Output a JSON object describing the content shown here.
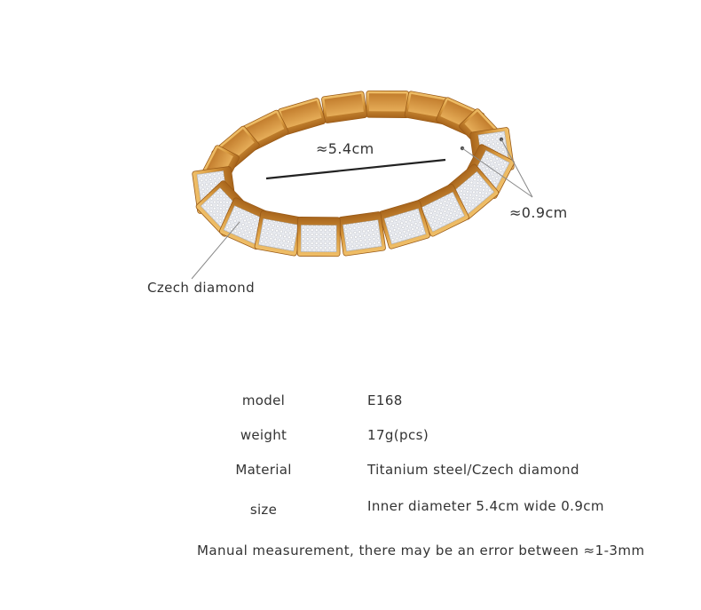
{
  "product": {
    "image_alt": "Gold bracelet with Czech diamond links",
    "colors": {
      "gold_light": "#e2a64c",
      "gold_dark": "#b06b1c",
      "gold_mid": "#cc8a35",
      "crystal": "#eef0f4",
      "line": "#333333"
    }
  },
  "annotations": {
    "diameter": "≈5.4cm",
    "width": "≈0.9cm",
    "stone": "Czech diamond"
  },
  "specs": [
    {
      "key": "model",
      "value": "E168"
    },
    {
      "key": "weight",
      "value": "17g(pcs)"
    },
    {
      "key": "Material",
      "value": "Titanium steel/Czech diamond"
    },
    {
      "key": "size",
      "value": "Inner diameter 5.4cm wide 0.9cm"
    }
  ],
  "note": "Manual measurement, there may be an error between ≈1-3mm"
}
